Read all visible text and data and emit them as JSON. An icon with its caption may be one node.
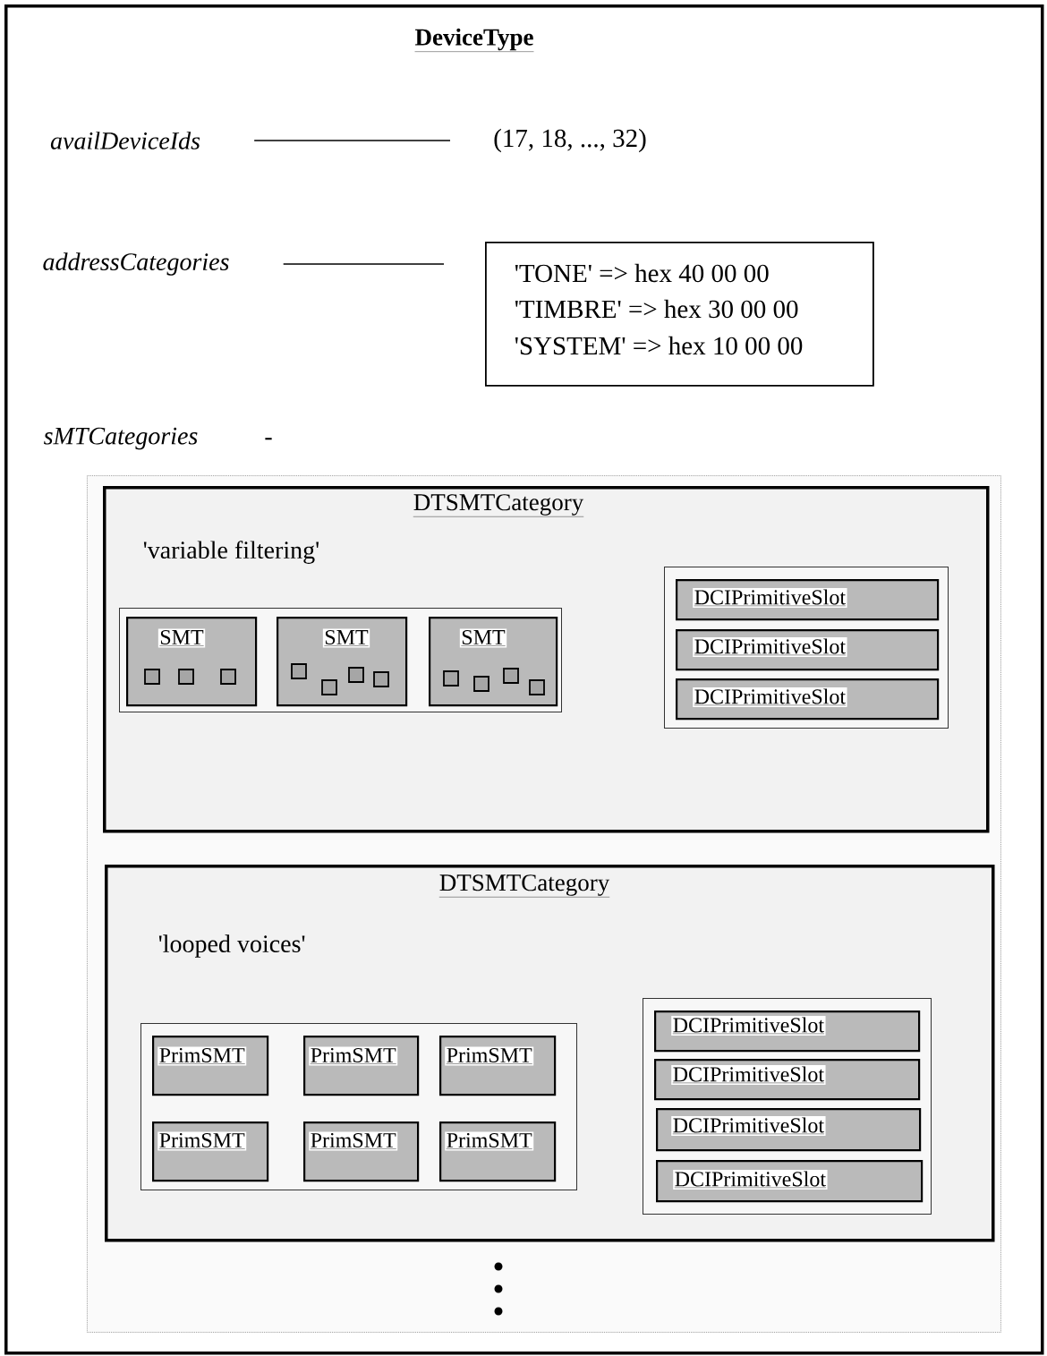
{
  "diagram": {
    "nodes": [
      {
        "text": [
          "DeviceType"
        ]
      },
      {
        "text": [
          "availDeviceIds"
        ],
        "in": 0
      },
      {
        "text": [
          "(17, 18, ..., 32)"
        ],
        "in": 0
      },
      {
        "text": [
          "addressCategories"
        ],
        "in": 0
      },
      {
        "text": [
          "'TONE' => hex 40 00 00",
          "'TIMBRE' => hex 30 00 00",
          "'SYSTEM' => hex 10 00 00"
        ],
        "in": 0
      },
      {
        "text": [
          "sMTCategories"
        ],
        "in": 0
      },
      {
        "text": [],
        "shape": "box",
        "in": 0
      },
      {
        "text": [
          "DTSMTCategory",
          "'variable filtering'"
        ],
        "in": 6
      },
      {
        "text": [],
        "shape": "box",
        "in": 7
      },
      {
        "text": [
          "SMT"
        ],
        "in": 8
      },
      {
        "text": [
          "SMT"
        ],
        "in": 8
      },
      {
        "text": [
          "SMT"
        ],
        "in": 8
      },
      {
        "text": [],
        "shape": "box",
        "in": 7
      },
      {
        "text": [
          "DCIPrimitiveSlot"
        ],
        "in": 12
      },
      {
        "text": [
          "DCIPrimitiveSlot"
        ],
        "in": 12
      },
      {
        "text": [
          "DCIPrimitiveSlot"
        ],
        "in": 12
      },
      {
        "text": [
          "DTSMTCategory",
          "'looped voices'"
        ],
        "in": 6
      },
      {
        "text": [],
        "shape": "box",
        "in": 16
      },
      {
        "text": [
          "PrimSMT"
        ],
        "in": 17
      },
      {
        "text": [
          "PrimSMT"
        ],
        "in": 17
      },
      {
        "text": [
          "PrimSMT"
        ],
        "in": 17
      },
      {
        "text": [
          "PrimSMT"
        ],
        "in": 17
      },
      {
        "text": [
          "PrimSMT"
        ],
        "in": 17
      },
      {
        "text": [
          "PrimSMT"
        ],
        "in": 17
      },
      {
        "text": [],
        "shape": "box",
        "in": 16
      },
      {
        "text": [
          "DCIPrimitiveSlot"
        ],
        "in": 24
      },
      {
        "text": [
          "DCIPrimitiveSlot"
        ],
        "in": 24
      },
      {
        "text": [
          "DCIPrimitiveSlot"
        ],
        "in": 24
      },
      {
        "text": [
          "DCIPrimitiveSlot"
        ],
        "in": 24
      }
    ],
    "edges": [
      {
        "from": 1,
        "to": 2,
        "arrow": "none"
      },
      {
        "from": 3,
        "to": 4,
        "arrow": "none"
      }
    ],
    "labels": [
      "-"
    ]
  }
}
